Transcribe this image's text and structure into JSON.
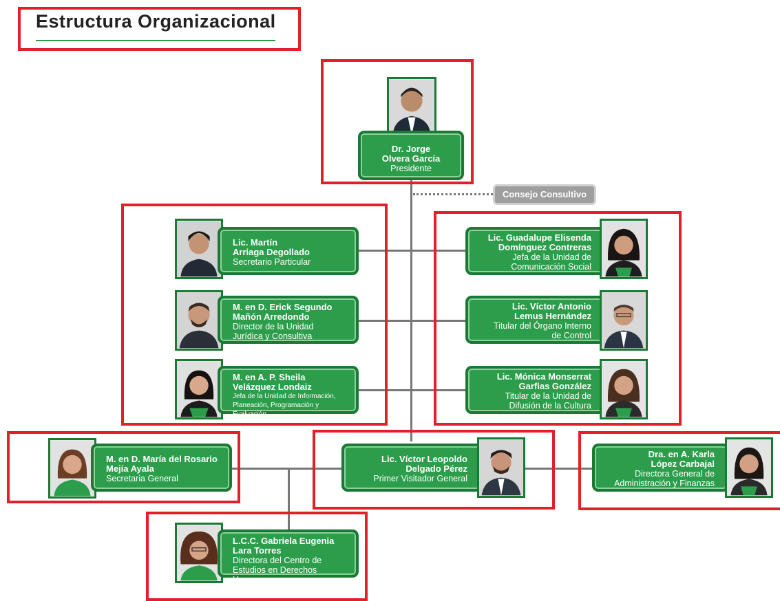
{
  "title": "Estructura Organizacional",
  "colors": {
    "accent_green": "#2c9e4b",
    "dark_green": "#1a7a33",
    "highlight_red": "#e3202a",
    "connector_gray": "#777777"
  },
  "president": {
    "name": "Dr. Jorge\nOlvera García",
    "role": "Presidente"
  },
  "consejo": {
    "label": "Consejo Consultivo"
  },
  "left_group": [
    {
      "name": "Lic. Martín\nArriaga Degollado",
      "role": "Secretario Particular"
    },
    {
      "name": "M. en D. Erick Segundo\nMañón Arredondo",
      "role": "Director de la Unidad\nJurídica y Consultiva"
    },
    {
      "name": "M. en A. P. Sheila\nVelázquez Londaiz",
      "role": "Jefa de la Unidad de Información,\nPlaneación, Programación y Evaluación"
    }
  ],
  "right_group": [
    {
      "name": "Lic. Guadalupe Elisenda\nDomínguez Contreras",
      "role": "Jefa de la Unidad de\nComunicación Social"
    },
    {
      "name": "Lic. Víctor Antonio\nLemus Hernández",
      "role": "Titular del Órgano Interno\nde Control"
    },
    {
      "name": "Lic. Mónica Monserrat\nGarfias González",
      "role": "Titular de la Unidad de\nDifusión de la Cultura"
    }
  ],
  "bottom_row": [
    {
      "name": "M. en D. María del Rosario\nMejía Ayala",
      "role": "Secretaria General"
    },
    {
      "name": "Lic. Víctor Leopoldo\nDelgado Pérez",
      "role": "Primer Visitador General"
    },
    {
      "name": "Dra. en A. Karla\nLópez Carbajal",
      "role": "Directora General de\nAdministración y Finanzas"
    }
  ],
  "subordinate": {
    "name": "L.C.C. Gabriela Eugenia\nLara Torres",
    "role": "Directora del Centro de\nEstudios en Derechos Humanos"
  }
}
